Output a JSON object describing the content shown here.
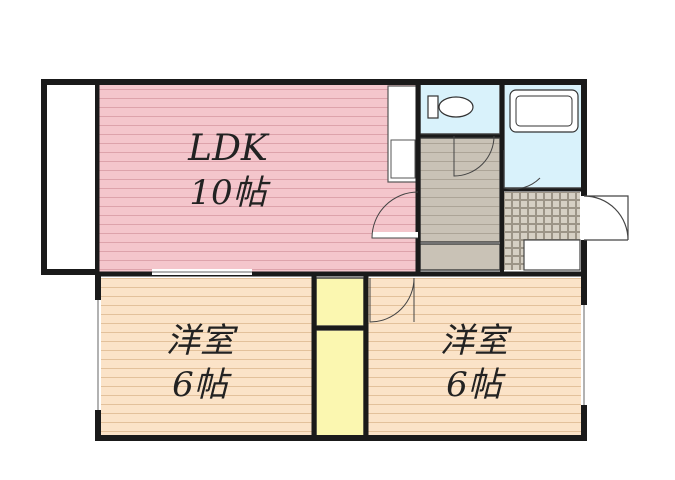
{
  "rooms": {
    "ldk": {
      "name": "LDK",
      "size": "10帖"
    },
    "western1": {
      "name": "洋室",
      "size": "6帖"
    },
    "western2": {
      "name": "洋室",
      "size": "6帖"
    }
  },
  "colors": {
    "ldk": "#f4c6cc",
    "western": "#fbe3c8",
    "closet": "#fbf7b0",
    "kitchen": "#c9c2b6",
    "wet_area": "#d9f2fb",
    "tile": "#b8b0a2",
    "wall": "#1a1a1a"
  }
}
